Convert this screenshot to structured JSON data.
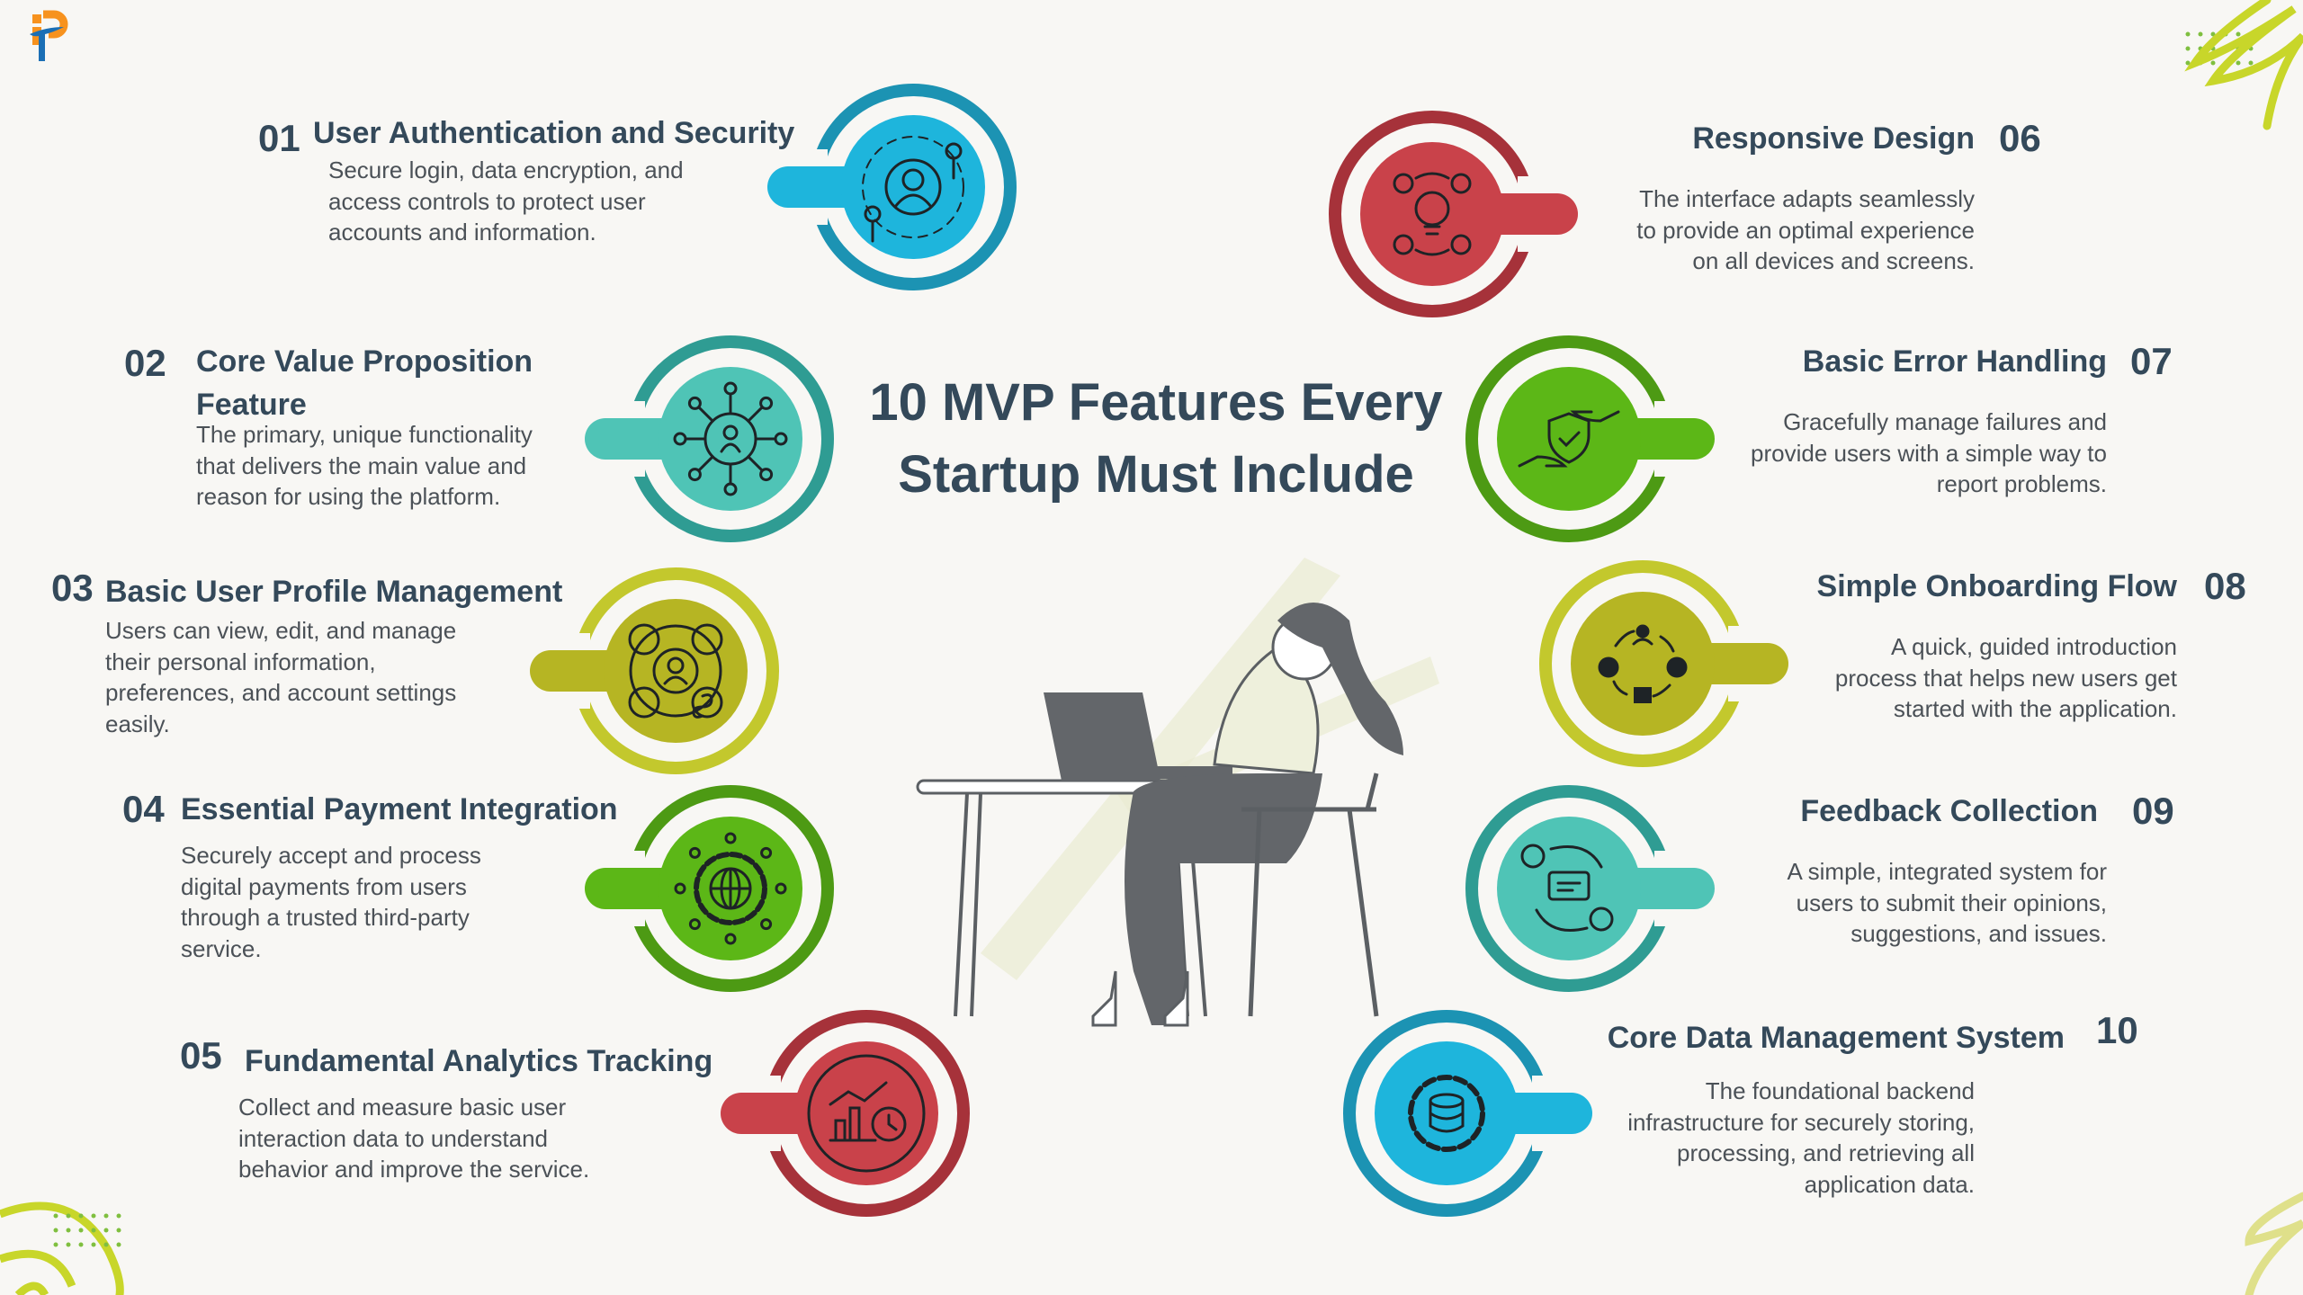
{
  "title": "10 MVP Features Every Startup Must Include",
  "title_lines": [
    "10 MVP Features Every",
    "Startup Must Include"
  ],
  "logo": {
    "text": "iP",
    "colors": [
      "#f7921e",
      "#1b6fb5"
    ]
  },
  "features": [
    {
      "num": "01",
      "title": "User Authentication and Security",
      "desc": [
        "Secure login, data encryption, and",
        "access controls to protect user",
        "accounts and information."
      ],
      "icon": "user-keys-icon",
      "fill": "#1eb5dc",
      "ring": "#1c93b3"
    },
    {
      "num": "02",
      "title": "Core Value Proposition Feature",
      "desc": [
        "The primary, unique functionality",
        "that delivers the main value and",
        "reason for using the platform."
      ],
      "icon": "user-network-icon",
      "fill": "#4fc4b6",
      "ring": "#2f9c93"
    },
    {
      "num": "03",
      "title": "Basic User Profile Management",
      "desc": [
        "Users can view, edit, and manage",
        "their personal information,",
        "preferences, and account settings",
        "easily."
      ],
      "icon": "profile-settings-icon",
      "fill": "#b6b523",
      "ring": "#c3c82d"
    },
    {
      "num": "04",
      "title": "Essential Payment Integration",
      "desc": [
        "Securely accept and process",
        "digital payments from users",
        "through a trusted third-party",
        "service."
      ],
      "icon": "globe-gear-icon",
      "fill": "#5cb717",
      "ring": "#4d9a14"
    },
    {
      "num": "05",
      "title": "Fundamental Analytics Tracking",
      "desc": [
        "Collect and measure basic user",
        "interaction data to understand",
        "behavior and improve the service."
      ],
      "icon": "analytics-chart-icon",
      "fill": "#c9424a",
      "ring": "#a6323a"
    },
    {
      "num": "06",
      "title": "Responsive Design",
      "desc": [
        "The interface adapts seamlessly",
        "to provide an optimal experience",
        "on all devices and screens."
      ],
      "icon": "lightbulb-users-icon",
      "fill": "#c9424a",
      "ring": "#a6323a"
    },
    {
      "num": "07",
      "title": "Basic Error Handling",
      "desc": [
        "Gracefully manage failures and",
        "provide users with a simple way to",
        "report problems."
      ],
      "icon": "shield-hands-icon",
      "fill": "#5cb717",
      "ring": "#4d9a14"
    },
    {
      "num": "08",
      "title": "Simple Onboarding Flow",
      "desc": [
        "A quick, guided introduction",
        "process that helps new users get",
        "started with the application."
      ],
      "icon": "onboarding-cycle-icon",
      "fill": "#b6b523",
      "ring": "#c3c82d"
    },
    {
      "num": "09",
      "title": "Feedback Collection",
      "desc": [
        "A simple, integrated system for",
        "users to submit their opinions,",
        "suggestions, and issues."
      ],
      "icon": "feedback-chat-icon",
      "fill": "#4fc4b6",
      "ring": "#2f9c93"
    },
    {
      "num": "10",
      "title": "Core Data Management System",
      "desc": [
        "The foundational backend",
        "infrastructure for securely storing,",
        "processing, and retrieving all",
        "application data."
      ],
      "icon": "database-gear-icon",
      "fill": "#1eb5dc",
      "ring": "#1c93b3"
    }
  ]
}
